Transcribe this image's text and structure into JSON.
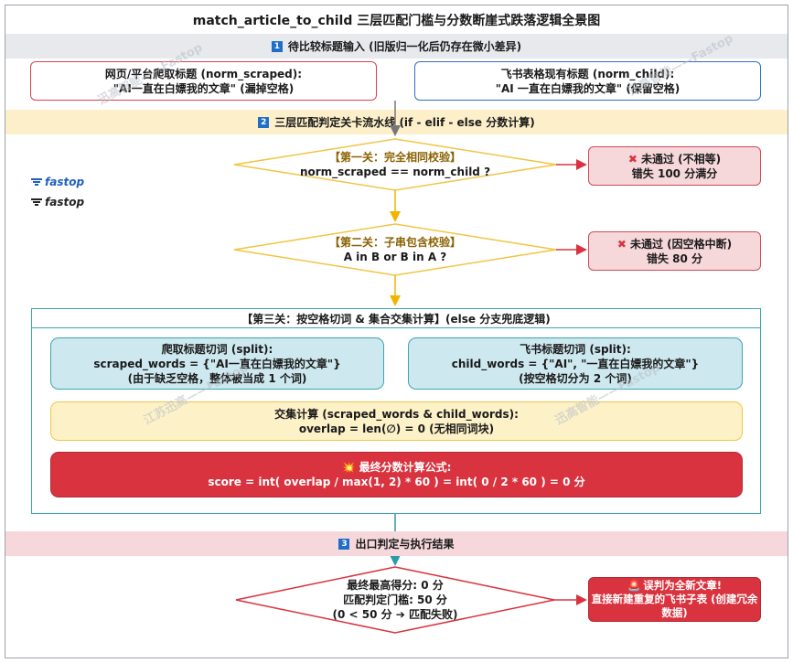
{
  "title": "match_article_to_child 三层匹配门槛与分数断崖式跌落逻辑全景图",
  "section1": {
    "num": "1",
    "label": "待比较标题输入 (旧版归一化后仍存在微小差异)"
  },
  "input_scraped": {
    "line1": "网页/平台爬取标题 (norm_scraped):",
    "line2": "\"AI一直在白嫖我的文章\" (漏掉空格)"
  },
  "input_child": {
    "line1": "飞书表格现有标题 (norm_child):",
    "line2": "\"AI  一直在白嫖我的文章\" (保留空格)"
  },
  "section2": {
    "num": "2",
    "label": "三层匹配判定关卡流水线 (if - elif - else 分数计算)"
  },
  "gate1": {
    "line1": "【第一关：完全相同校验】",
    "line2": "norm_scraped == norm_child ?"
  },
  "fail1": {
    "line1": "未通过 (不相等)",
    "line2": "错失 100 分满分"
  },
  "gate2": {
    "line1": "【第二关：子串包含校验】",
    "line2": "A in B or B in A ?"
  },
  "fail2": {
    "line1": "未通过 (因空格中断)",
    "line2": "错失 80 分"
  },
  "gate3": {
    "title": "【第三关：按空格切词 & 集合交集计算】(else 分支兜底逻辑)",
    "split_scraped": {
      "line1": "爬取标题切词 (split):",
      "line2": "scraped_words = {\"AI一直在白嫖我的文章\"}",
      "line3": "(由于缺乏空格，整体被当成 1 个词)"
    },
    "split_child": {
      "line1": "飞书标题切词 (split):",
      "line2": "child_words = {\"AI\", \"一直在白嫖我的文章\"}",
      "line3": "(按空格切分为 2 个词)"
    },
    "intersection": {
      "line1": "交集计算 (scraped_words & child_words):",
      "line2": "overlap = len(∅) = 0 (无相同词块)"
    },
    "score": {
      "line1": "最终分数计算公式:",
      "line2": "score = int( overlap / max(1, 2) * 60 ) = int( 0 / 2 * 60 ) = 0 分"
    }
  },
  "section3": {
    "num": "3",
    "label": "出口判定与执行结果"
  },
  "final": {
    "line1": "最终最高得分: 0 分",
    "line2": "匹配判定门槛: 50 分",
    "line3": "(0 < 50 分 ➔ 匹配失败)"
  },
  "result": {
    "line1": "误判为全新文章!",
    "line2": "直接新建重复的飞书子表 (创建冗余数据)"
  },
  "logos": [
    "fastop",
    "fastop"
  ],
  "watermarks": [
    "迅高智能——Fastop",
    "迅高智能——Fastop",
    "江苏迅高——Fastop",
    "迅高智能——Fastop"
  ],
  "colors": {
    "blue": "#2f6fc4",
    "red": "#d9333f",
    "gold": "#f0c544",
    "teal": "#3aa6b0"
  }
}
